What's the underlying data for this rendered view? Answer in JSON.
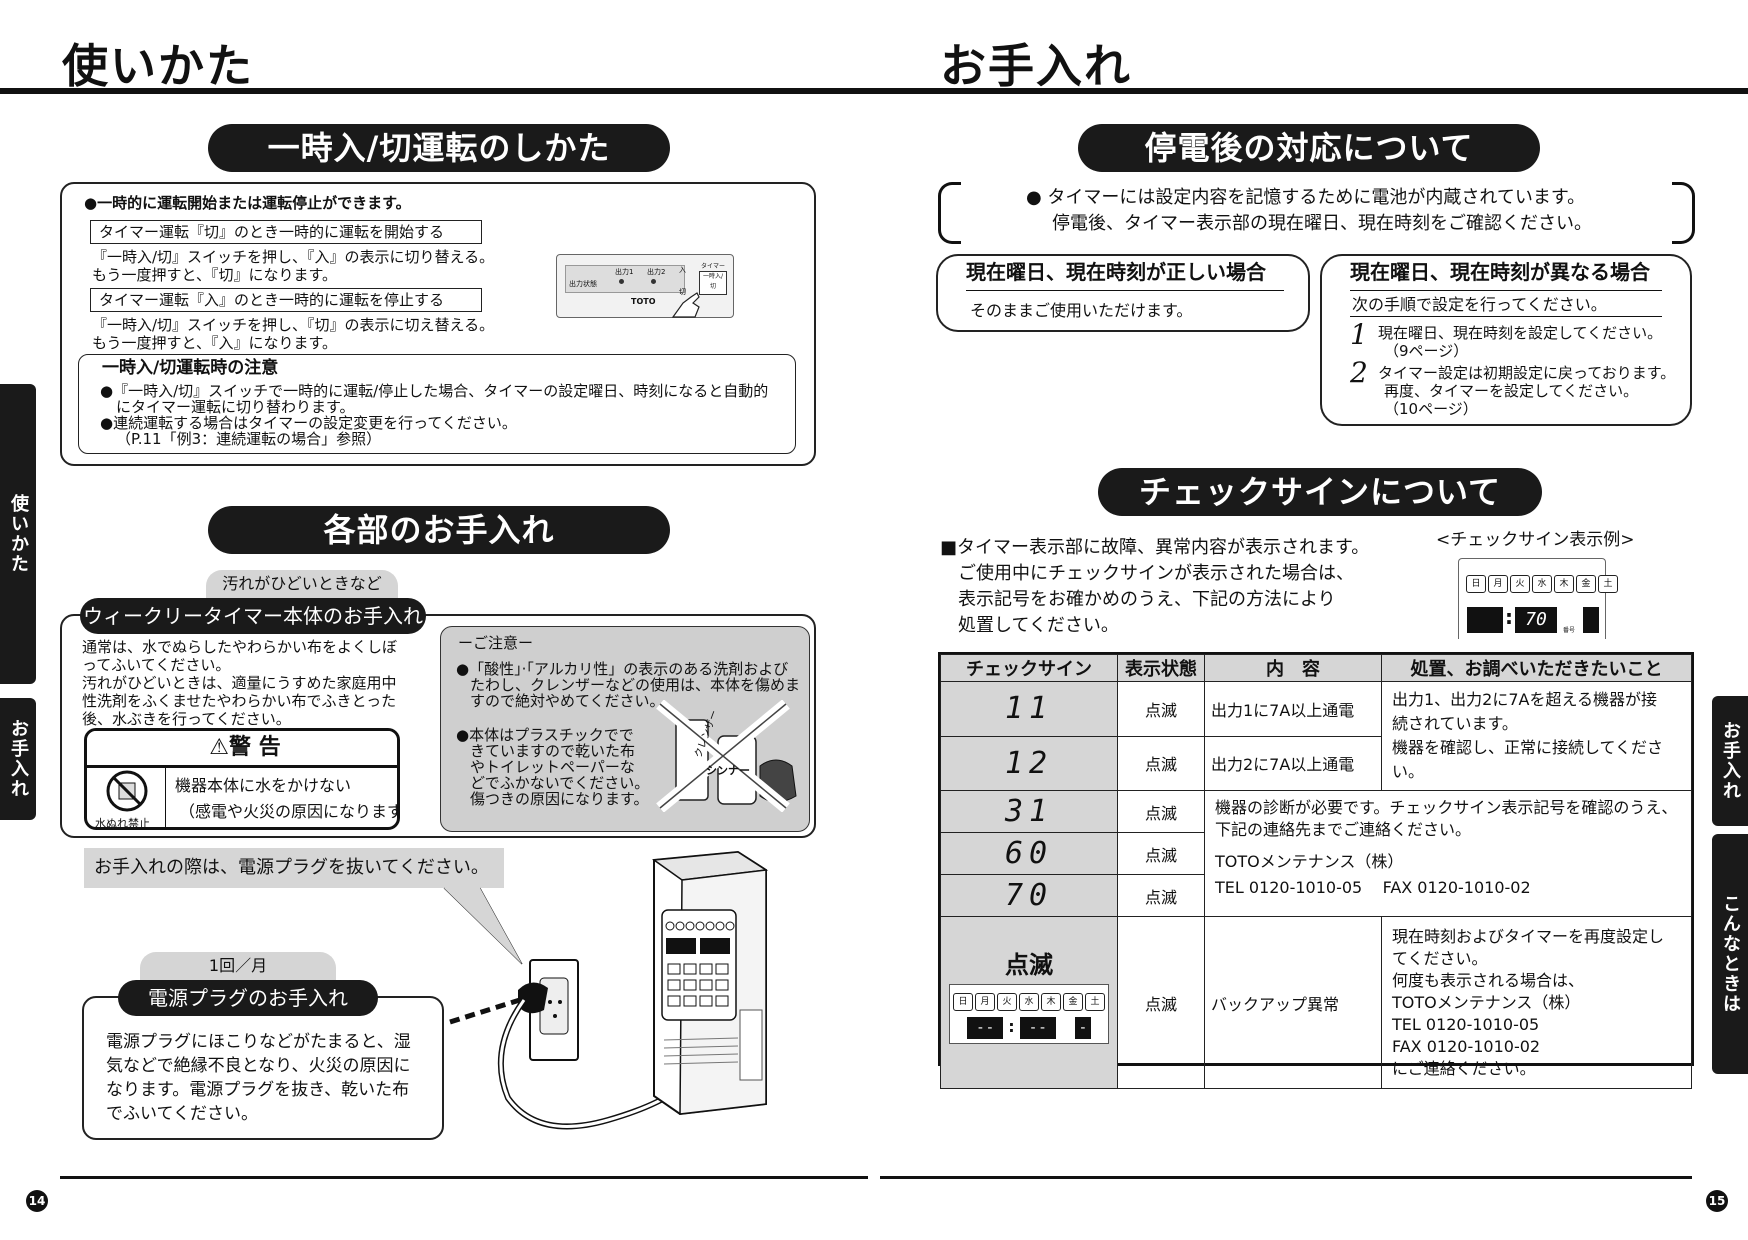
{
  "left": {
    "header": "使いかた",
    "section1": {
      "title": "一時入/切運転のしかた",
      "intro": "●一時的に運転開始または運転停止ができます。",
      "label1": "タイマー運転『切』のとき一時的に運転を開始する",
      "text1a": "『一時入/切』スイッチを押し、『入』の表示に切り替える。",
      "text1b": "もう一度押すと、『切』になります。",
      "label2": "タイマー運転『入』のとき一時的に運転を停止する",
      "text2a": "『一時入/切』スイッチを押し、『切』の表示に切え替える。",
      "text2b": "もう一度押すと、『入』になります。",
      "panel": {
        "out1": "出力1",
        "out2": "出力2",
        "status": "出力状態",
        "on": "入",
        "off": "切",
        "timer": "タイマー",
        "btn": "一時入/切",
        "brand": "TOTO"
      },
      "note_title": "一時入/切運転時の注意",
      "note1a": "●『一時入/切』スイッチで一時的に運転/停止した場合、タイマーの設定曜日、時刻になると自動的",
      "note1b": "にタイマー運転に切り替わります。",
      "note2a": "●連続運転する場合はタイマーの設定変更を行ってください。",
      "note2b": "（P.11「例3：連続運転の場合」参照）"
    },
    "section2": {
      "title": "各部のお手入れ",
      "dirty_tab": "汚れがひどいときなど",
      "weekly_bar": "ウィークリータイマー本体のお手入れ",
      "weekly_text": [
        "通常は、水でぬらしたやわらかい布をよくしぼ",
        "ってふいてください。",
        "汚れがひどいときは、適量にうすめた家庭用中",
        "性洗剤をふくませたやわらかい布でふきとった",
        "後、水ぶきを行ってください。"
      ],
      "warning_title": "警 告",
      "warning_icon_label": "水ぬれ禁止",
      "warning_text1": "機器本体に水をかけない",
      "warning_text2": "（感電や火災の原因になります。）",
      "caution_title": "ーご注意ー",
      "caution1": [
        "●「酸性」·「アルカリ性」の表示のある洗剤および",
        "たわし、クレンザーなどの使用は、本体を傷めま",
        "すので絶対やめてください。"
      ],
      "caution2": [
        "●本体はプラスチックでで",
        "きていますので乾いた布",
        "やトイレットペーパーな",
        "どでふかないでください。",
        "傷つきの原因になります。"
      ],
      "cleaner_label": "クレンザー",
      "thinner_label": "シンナー",
      "plug_note": "お手入れの際は、電源プラグを抜いてください。",
      "monthly_tab": "1回／月",
      "plug_bar": "電源プラグのお手入れ",
      "plug_text": [
        "電源プラグにほこりなどがたまると、湿",
        "気などで絶縁不良となり、火災の原因に",
        "なります。電源プラグを抜き、乾いた布",
        "でふいてください。"
      ]
    },
    "side_tabs": [
      "使いかた",
      "お手入れ"
    ],
    "page_number": "14"
  },
  "right": {
    "header": "お手入れ",
    "section1": {
      "title": "停電後の対応について",
      "bracket_text1": "● タイマーには設定内容を記憶するために電池が内蔵されています。",
      "bracket_text2": "停電後、タイマー表示部の現在曜日、現在時刻をご確認ください。",
      "box_a_title": "現在曜日、現在時刻が正しい場合",
      "box_a_text": "そのままご使用いただけます。",
      "box_b_title": "現在曜日、現在時刻が異なる場合",
      "box_b_sub": "次の手順で設定を行ってください。",
      "step1_num": "1",
      "step1_a": "現在曜日、現在時刻を設定してください。",
      "step1_b": "（9ページ）",
      "step2_num": "2",
      "step2_a": "タイマー設定は初期設定に戻っております。",
      "step2_b": "再度、タイマーを設定してください。",
      "step2_c": "（10ページ）"
    },
    "section2": {
      "title": "チェックサインについて",
      "intro": [
        "■タイマー表示部に故障、異常内容が表示されます。",
        "ご使用中にチェックサインが表示された場合は、",
        "表示記号をお確かめのうえ、下記の方法により",
        "処置してください。"
      ],
      "example_label": "<チェックサイン表示例>",
      "days": [
        "日",
        "月",
        "火",
        "水",
        "木",
        "金",
        "土"
      ],
      "example_code": "70",
      "sign_label": "番号",
      "table": {
        "headers": [
          "チェックサイン",
          "表示状態",
          "内　容",
          "処置、お調べいただきたいこと"
        ],
        "rows": [
          {
            "code": "11",
            "state": "点滅",
            "content": "出力1に7A以上通電"
          },
          {
            "code": "12",
            "state": "点滅",
            "content": "出力2に7A以上通電"
          },
          {
            "code": "31",
            "state": "点滅"
          },
          {
            "code": "60",
            "state": "点滅"
          },
          {
            "code": "70",
            "state": "点滅"
          }
        ],
        "action_1_2": [
          "出力1、出力2に7Aを超える機器が接",
          "続されています。",
          "機器を確認し、正常に接続してください。"
        ],
        "action_diag": [
          "機器の診断が必要です。チェックサイン表示記号を確認のうえ、",
          "下記の連絡先までご連絡ください。"
        ],
        "maint_name": "TOTOメンテナンス（株）",
        "tel": "TEL 0120-1010-05",
        "fax": "FAX 0120-1010-02",
        "backup_flash": "点滅",
        "backup_state": "点滅",
        "backup_content": "バックアップ異常",
        "backup_action": [
          "現在時刻およびタイマーを再度設定し",
          "てください。",
          "何度も表示される場合は、",
          "TOTOメンテナンス（株）",
          "TEL 0120-1010-05",
          "FAX 0120-1010-02",
          "にご連絡ください。"
        ],
        "dashes": "- -",
        "dash_single": "-"
      }
    },
    "side_tabs": [
      "お手入れ",
      "こんなときは"
    ],
    "page_number": "15"
  }
}
